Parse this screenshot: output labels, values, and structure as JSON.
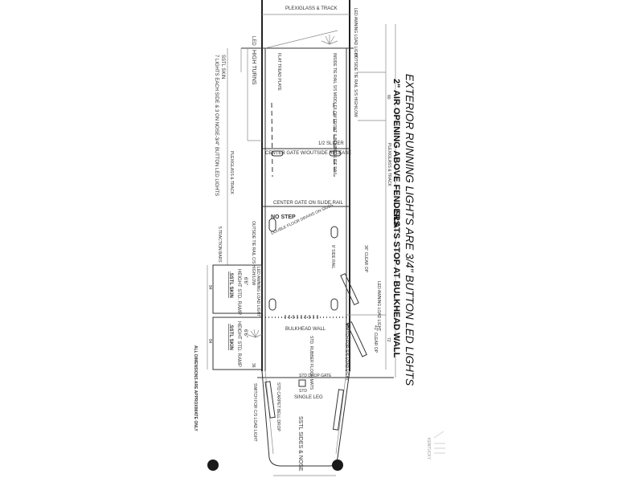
{
  "header_label": "PLEXIGLASS & TRACK",
  "notes": {
    "main": "EXTERIOR RUNNING LIGHTS ARE 3/4\" BUTTON LED LIGHTS",
    "sub_left": "2\" AIR OPENING ABOVE FENDERS",
    "sub_right": "SLATS STOP AT BULKHEAD WALL",
    "skin": "SSTL SKIN",
    "lights": "7 LIGHTS EACH SIDE & 3 ON NOSE-3/4\" BUTTON LED LIGHTS",
    "approx": "ALL DIMENSIONS ARE APPROXIMATE ONLY"
  },
  "labels": {
    "led": "LED",
    "high_turns": "HIGH TURNS",
    "flat_tread": "FLAT TREAD PLATE",
    "inside_tie_rail": "INSIDE TIE RAIL S/S MIDDLE/LOW FRONT & BEHIND SLIDE RAIL",
    "outside_tie_rail_top": "OUTSIDE TIE RAIL S/S HIGH/LOW",
    "led_awning": "LED AWNING LOAD LIGHT",
    "half_slider": "1/2 SLIDER",
    "center_gate_release": "CENTER GATE W/OUTSIDE RELEASE",
    "center_gate_slide": "CENTER GATE ON SLIDE RAIL",
    "plexiglass_left": "PLEXIGLASS & TRACK",
    "plexiglass_right": "PLEXIGLASS & TRACK",
    "no_step": "NO STEP",
    "floor_drains": "DOUBLE FLOOR DRAINS ON SIDES",
    "traction_bars": "5 TRACTION BARS",
    "outside_tie_rail": "OUTSIDE TIE RAIL C/S HIGH/LOW",
    "clear_36": "36\" CLEAR OP",
    "slide_rail": "8' SIDE RAIL",
    "led_load_left": "LED AWNING LOAD LIGHT",
    "bulkhead": "BULKHEAD WALL",
    "switch_ss": "SWITCH FOR S/S LOAD LIGHT",
    "clear_41": "41\" CLEAR OP",
    "std_rubber": "STD. RUBBER FLOOR MATS",
    "std_drop_gate": "STD DROP GATE",
    "std": "STD",
    "single_leg": "SINGLE LEG",
    "switch_cs": "SWITCH FOR C/S LOAD LIGHT",
    "carpet": "STD CARPET BELL DROP",
    "sstl_sides": "SSTL SIDES & NOSE",
    "dim_80": "80",
    "dim_72": "72",
    "dim_84": "84",
    "dim_36": "36"
  },
  "ramps": [
    {
      "height": "6'6\"",
      "text": "HEIGHT STD. RAMP",
      "skin": ".SSTL SKIN"
    },
    {
      "height": "6'6\"",
      "text": "HEIGHT STD. RAMP",
      "skin": ".SSTL SKIN"
    }
  ],
  "logo_text": "KENTUCKY"
}
